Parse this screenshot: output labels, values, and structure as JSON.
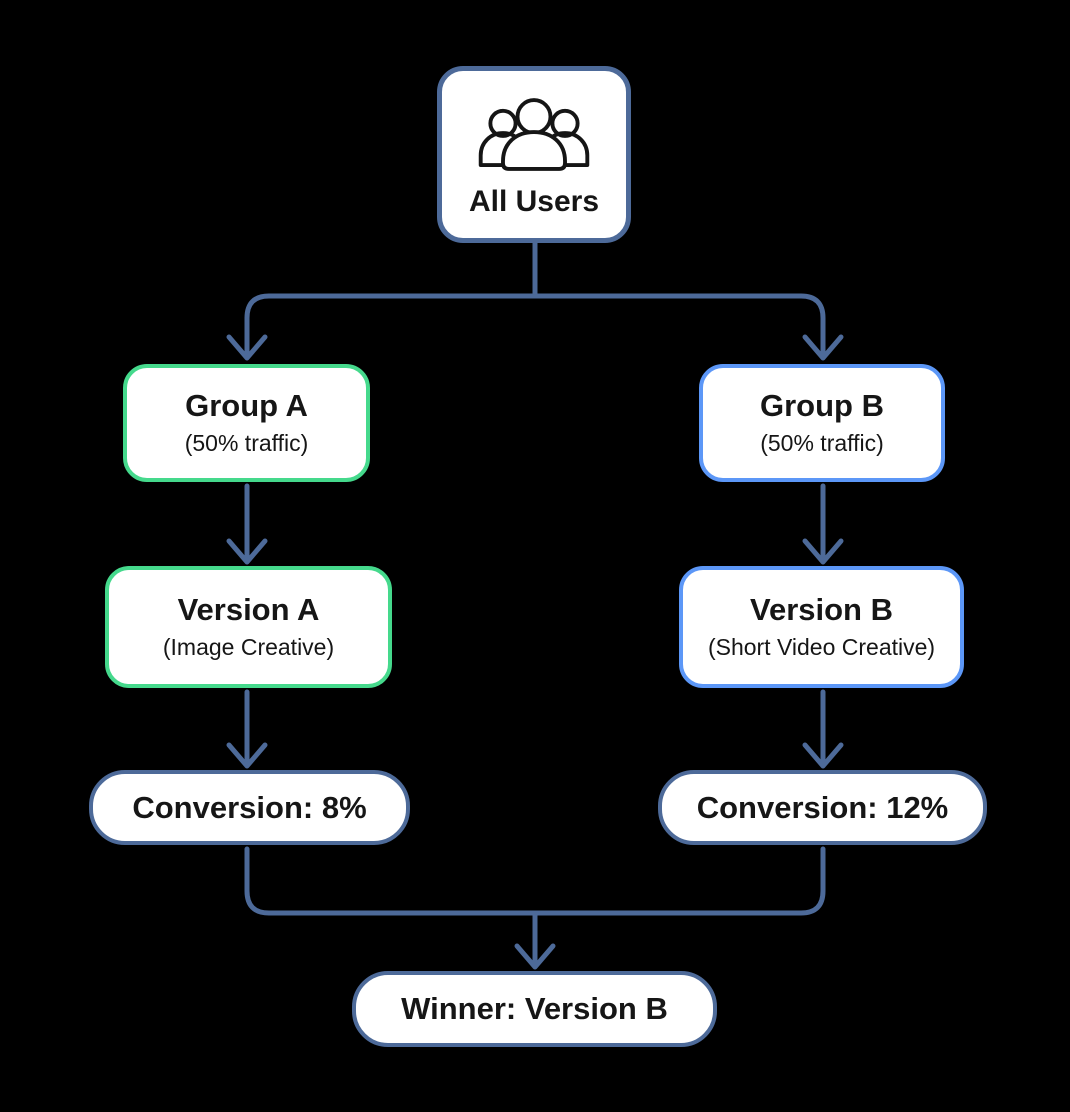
{
  "colors": {
    "background": "#000000",
    "connector": "#4d6a99",
    "slate-border": "#4d6a99",
    "green-border": "#45d98c",
    "blue-border": "#5c97f7",
    "box-bg": "#ffffff",
    "text": "#161616"
  },
  "nodes": {
    "all_users": {
      "label": "All Users",
      "icon": "users-group-icon"
    },
    "group_a": {
      "title": "Group A",
      "subtitle": "(50% traffic)"
    },
    "group_b": {
      "title": "Group B",
      "subtitle": "(50% traffic)"
    },
    "version_a": {
      "title": "Version A",
      "subtitle": "(Image Creative)"
    },
    "version_b": {
      "title": "Version B",
      "subtitle": "(Short Video Creative)"
    },
    "conversion_a": {
      "label": "Conversion: 8%"
    },
    "conversion_b": {
      "label": "Conversion: 12%"
    },
    "winner": {
      "label": "Winner: Version B"
    }
  }
}
